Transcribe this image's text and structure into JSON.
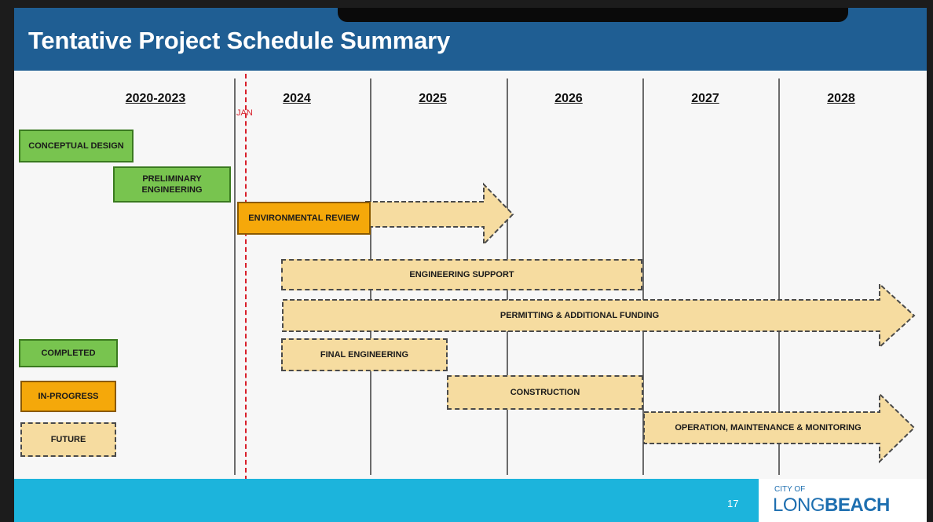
{
  "title": "Tentative Project Schedule Summary",
  "years": [
    "2020-2023",
    "2024",
    "2025",
    "2026",
    "2027",
    "2028"
  ],
  "milestone_label": "JAN",
  "tasks": {
    "conceptual_design": "CONCEPTUAL DESIGN",
    "preliminary_engineering": "PRELIMINARY ENGINEERING",
    "environmental_review": "ENVIRONMENTAL REVIEW",
    "engineering_support": "ENGINEERING SUPPORT",
    "permitting": "PERMITTING & ADDITIONAL FUNDING",
    "final_engineering": "FINAL ENGINEERING",
    "construction": "CONSTRUCTION",
    "operation": "OPERATION, MAINTENANCE & MONITORING"
  },
  "legend": {
    "completed": "COMPLETED",
    "in_progress": "IN-PROGRESS",
    "future": "FUTURE"
  },
  "colors": {
    "completed": "#78c44f",
    "in_progress": "#f5a80a",
    "future": "#f6dca0",
    "title_bar": "#1f5e93",
    "footer_bar": "#1cb4dc",
    "milestone_line": "#d81f2a"
  },
  "footer": {
    "page_number": "17",
    "logo_city": "CITY OF",
    "logo_long": "LONG",
    "logo_beach": "BEACH"
  }
}
